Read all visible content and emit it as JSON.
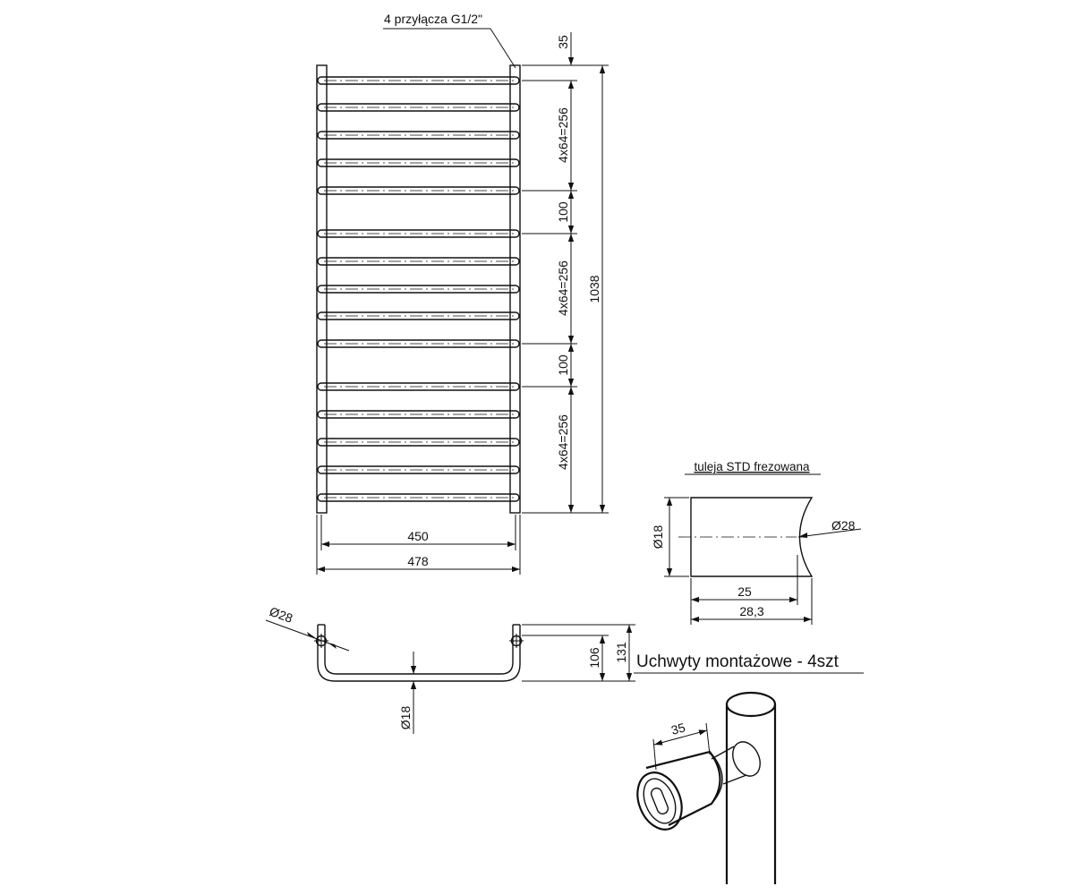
{
  "front_view": {
    "connection_note": "4 przyłącza G1/2\"",
    "dims": {
      "top": "35",
      "section_a": "4x64=256",
      "gap_a": "100",
      "section_b": "4x64=256",
      "gap_b": "100",
      "section_c": "4x64=256",
      "total_height": "1038",
      "inner_width": "450",
      "outer_width": "478"
    }
  },
  "side_view": {
    "pipe_diameter": "Ø28",
    "rail_diameter": "Ø18",
    "depth_inner": "106",
    "depth_outer": "131"
  },
  "sleeve_detail": {
    "title": "tuleja STD frezowana",
    "diameter_small": "Ø18",
    "diameter_large": "Ø28",
    "length": "25",
    "length_total": "28,3"
  },
  "mounting": {
    "title": "Uchwyty montażowe - 4szt",
    "offset": "35"
  }
}
